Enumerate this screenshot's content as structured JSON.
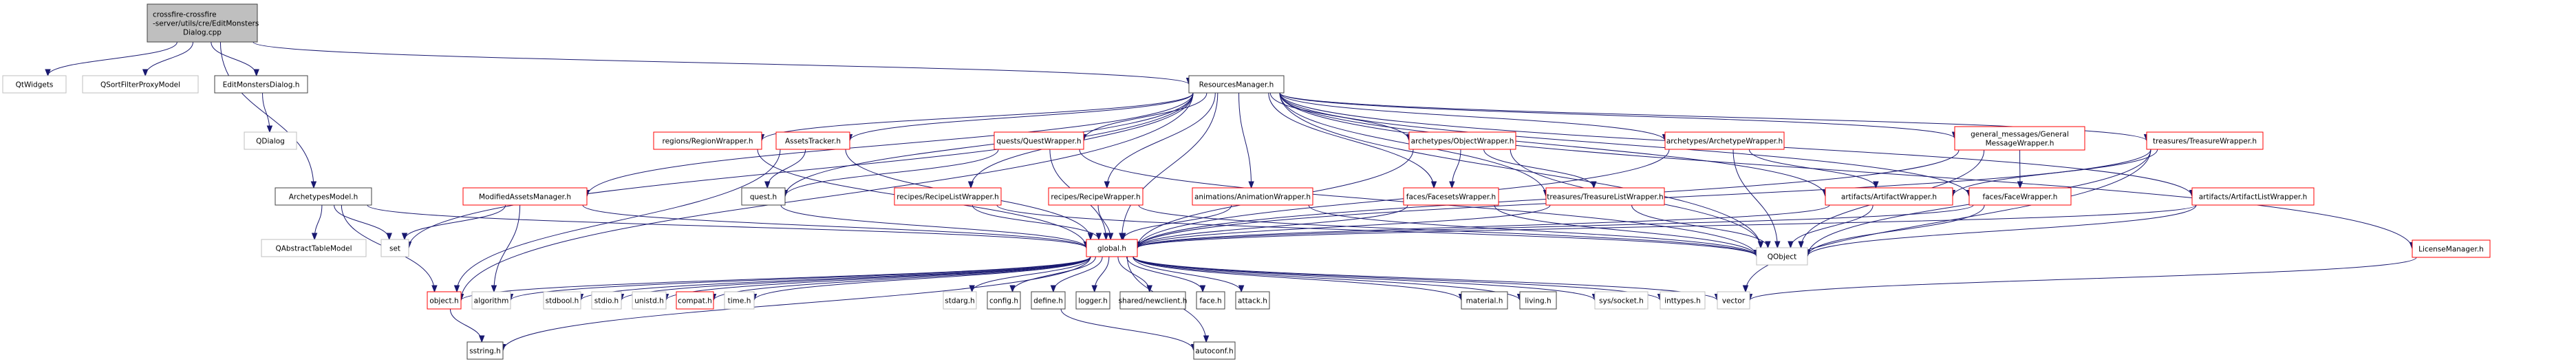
{
  "diagram": {
    "title": "Include dependency graph for EditMonstersDialog.cpp",
    "colors": {
      "edge": "#191970",
      "root_fill": "#bfbfbf",
      "internal_border": "#404040",
      "incomplete_border": "#ff0000",
      "external_border": "#bfbfbf"
    },
    "nodes": [
      {
        "id": "root",
        "label": [
          "crossfire-crossfire",
          "-server/utils/cre/EditMonsters",
          "Dialog.cpp"
        ],
        "kind": "root"
      },
      {
        "id": "QtWidgets",
        "label": [
          "QtWidgets"
        ],
        "kind": "external"
      },
      {
        "id": "QSortFilterProxyModel",
        "label": [
          "QSortFilterProxyModel"
        ],
        "kind": "external"
      },
      {
        "id": "EditMonstersDialog.h",
        "label": [
          "EditMonstersDialog.h"
        ],
        "kind": "internal"
      },
      {
        "id": "QDialog",
        "label": [
          "QDialog"
        ],
        "kind": "external"
      },
      {
        "id": "ResourcesManager.h",
        "label": [
          "ResourcesManager.h"
        ],
        "kind": "internal"
      },
      {
        "id": "ArchetypesModel.h",
        "label": [
          "ArchetypesModel.h"
        ],
        "kind": "internal"
      },
      {
        "id": "QAbstractTableModel",
        "label": [
          "QAbstractTableModel"
        ],
        "kind": "external"
      },
      {
        "id": "set",
        "label": [
          "set"
        ],
        "kind": "external"
      },
      {
        "id": "ModifiedAssetsManager.h",
        "label": [
          "ModifiedAssetsManager.h"
        ],
        "kind": "incomplete"
      },
      {
        "id": "regions/RegionWrapper.h",
        "label": [
          "regions/RegionWrapper.h"
        ],
        "kind": "incomplete"
      },
      {
        "id": "AssetsTracker.h",
        "label": [
          "AssetsTracker.h"
        ],
        "kind": "incomplete"
      },
      {
        "id": "quest.h",
        "label": [
          "quest.h"
        ],
        "kind": "internal"
      },
      {
        "id": "quests/QuestWrapper.h",
        "label": [
          "quests/QuestWrapper.h"
        ],
        "kind": "incomplete"
      },
      {
        "id": "recipes/RecipeListWrapper.h",
        "label": [
          "recipes/RecipeListWrapper.h"
        ],
        "kind": "incomplete"
      },
      {
        "id": "recipes/RecipeWrapper.h",
        "label": [
          "recipes/RecipeWrapper.h"
        ],
        "kind": "incomplete"
      },
      {
        "id": "animations/AnimationWrapper.h",
        "label": [
          "animations/AnimationWrapper.h"
        ],
        "kind": "incomplete"
      },
      {
        "id": "archetypes/ObjectWrapper.h",
        "label": [
          "archetypes/ObjectWrapper.h"
        ],
        "kind": "incomplete"
      },
      {
        "id": "faces/FacesetsWrapper.h",
        "label": [
          "faces/FacesetsWrapper.h"
        ],
        "kind": "incomplete"
      },
      {
        "id": "treasures/TreasureListWrapper.h",
        "label": [
          "treasures/TreasureListWrapper.h"
        ],
        "kind": "incomplete"
      },
      {
        "id": "archetypes/ArchetypeWrapper.h",
        "label": [
          "archetypes/ArchetypeWrapper.h"
        ],
        "kind": "incomplete"
      },
      {
        "id": "artifacts/ArtifactWrapper.h",
        "label": [
          "artifacts/ArtifactWrapper.h"
        ],
        "kind": "incomplete"
      },
      {
        "id": "general_messages/GeneralMessageWrapper.h",
        "label": [
          "general_messages/General",
          "MessageWrapper.h"
        ],
        "kind": "incomplete"
      },
      {
        "id": "faces/FaceWrapper.h",
        "label": [
          "faces/FaceWrapper.h"
        ],
        "kind": "incomplete"
      },
      {
        "id": "treasures/TreasureWrapper.h",
        "label": [
          "treasures/TreasureWrapper.h"
        ],
        "kind": "incomplete"
      },
      {
        "id": "artifacts/ArtifactListWrapper.h",
        "label": [
          "artifacts/ArtifactListWrapper.h"
        ],
        "kind": "incomplete"
      },
      {
        "id": "LicenseManager.h",
        "label": [
          "LicenseManager.h"
        ],
        "kind": "incomplete"
      },
      {
        "id": "global.h",
        "label": [
          "global.h"
        ],
        "kind": "incomplete"
      },
      {
        "id": "QObject",
        "label": [
          "QObject"
        ],
        "kind": "external"
      },
      {
        "id": "object.h",
        "label": [
          "object.h"
        ],
        "kind": "incomplete"
      },
      {
        "id": "algorithm",
        "label": [
          "algorithm"
        ],
        "kind": "external"
      },
      {
        "id": "stdbool.h",
        "label": [
          "stdbool.h"
        ],
        "kind": "external"
      },
      {
        "id": "stdio.h",
        "label": [
          "stdio.h"
        ],
        "kind": "external"
      },
      {
        "id": "unistd.h",
        "label": [
          "unistd.h"
        ],
        "kind": "external"
      },
      {
        "id": "compat.h",
        "label": [
          "compat.h"
        ],
        "kind": "incomplete"
      },
      {
        "id": "time.h",
        "label": [
          "time.h"
        ],
        "kind": "external"
      },
      {
        "id": "stdarg.h",
        "label": [
          "stdarg.h"
        ],
        "kind": "external"
      },
      {
        "id": "config.h",
        "label": [
          "config.h"
        ],
        "kind": "internal"
      },
      {
        "id": "define.h",
        "label": [
          "define.h"
        ],
        "kind": "internal"
      },
      {
        "id": "logger.h",
        "label": [
          "logger.h"
        ],
        "kind": "internal"
      },
      {
        "id": "shared/newclient.h",
        "label": [
          "shared/newclient.h"
        ],
        "kind": "internal"
      },
      {
        "id": "face.h",
        "label": [
          "face.h"
        ],
        "kind": "internal"
      },
      {
        "id": "attack.h",
        "label": [
          "attack.h"
        ],
        "kind": "internal"
      },
      {
        "id": "material.h",
        "label": [
          "material.h"
        ],
        "kind": "internal"
      },
      {
        "id": "living.h",
        "label": [
          "living.h"
        ],
        "kind": "internal"
      },
      {
        "id": "sys/socket.h",
        "label": [
          "sys/socket.h"
        ],
        "kind": "external"
      },
      {
        "id": "inttypes.h",
        "label": [
          "inttypes.h"
        ],
        "kind": "external"
      },
      {
        "id": "vector",
        "label": [
          "vector"
        ],
        "kind": "external"
      },
      {
        "id": "sstring.h",
        "label": [
          "sstring.h"
        ],
        "kind": "internal"
      },
      {
        "id": "autoconf.h",
        "label": [
          "autoconf.h"
        ],
        "kind": "internal"
      }
    ],
    "edges": [
      [
        "root",
        "QtWidgets"
      ],
      [
        "root",
        "QSortFilterProxyModel"
      ],
      [
        "root",
        "EditMonstersDialog.h"
      ],
      [
        "root",
        "ResourcesManager.h"
      ],
      [
        "root",
        "ArchetypesModel.h"
      ],
      [
        "EditMonstersDialog.h",
        "QDialog"
      ],
      [
        "ArchetypesModel.h",
        "QAbstractTableModel"
      ],
      [
        "ArchetypesModel.h",
        "set"
      ],
      [
        "ArchetypesModel.h",
        "object.h"
      ],
      [
        "ArchetypesModel.h",
        "global.h"
      ],
      [
        "ResourcesManager.h",
        "set"
      ],
      [
        "ResourcesManager.h",
        "object.h"
      ],
      [
        "ResourcesManager.h",
        "ModifiedAssetsManager.h"
      ],
      [
        "ResourcesManager.h",
        "regions/RegionWrapper.h"
      ],
      [
        "ResourcesManager.h",
        "AssetsTracker.h"
      ],
      [
        "ResourcesManager.h",
        "quest.h"
      ],
      [
        "ResourcesManager.h",
        "quests/QuestWrapper.h"
      ],
      [
        "ResourcesManager.h",
        "recipes/RecipeListWrapper.h"
      ],
      [
        "ResourcesManager.h",
        "recipes/RecipeWrapper.h"
      ],
      [
        "ResourcesManager.h",
        "animations/AnimationWrapper.h"
      ],
      [
        "ResourcesManager.h",
        "archetypes/ObjectWrapper.h"
      ],
      [
        "ResourcesManager.h",
        "faces/FacesetsWrapper.h"
      ],
      [
        "ResourcesManager.h",
        "treasures/TreasureListWrapper.h"
      ],
      [
        "ResourcesManager.h",
        "archetypes/ArchetypeWrapper.h"
      ],
      [
        "ResourcesManager.h",
        "artifacts/ArtifactWrapper.h"
      ],
      [
        "ResourcesManager.h",
        "general_messages/GeneralMessageWrapper.h"
      ],
      [
        "ResourcesManager.h",
        "faces/FaceWrapper.h"
      ],
      [
        "ResourcesManager.h",
        "treasures/TreasureWrapper.h"
      ],
      [
        "ResourcesManager.h",
        "artifacts/ArtifactListWrapper.h"
      ],
      [
        "ResourcesManager.h",
        "LicenseManager.h"
      ],
      [
        "ResourcesManager.h",
        "global.h"
      ],
      [
        "ResourcesManager.h",
        "QObject"
      ],
      [
        "ModifiedAssetsManager.h",
        "set"
      ],
      [
        "ModifiedAssetsManager.h",
        "algorithm"
      ],
      [
        "ModifiedAssetsManager.h",
        "global.h"
      ],
      [
        "regions/RegionWrapper.h",
        "global.h"
      ],
      [
        "AssetsTracker.h",
        "quest.h"
      ],
      [
        "AssetsTracker.h",
        "object.h"
      ],
      [
        "AssetsTracker.h",
        "global.h"
      ],
      [
        "quest.h",
        "global.h"
      ],
      [
        "quests/QuestWrapper.h",
        "quest.h"
      ],
      [
        "quests/QuestWrapper.h",
        "global.h"
      ],
      [
        "quests/QuestWrapper.h",
        "QObject"
      ],
      [
        "recipes/RecipeListWrapper.h",
        "global.h"
      ],
      [
        "recipes/RecipeListWrapper.h",
        "QObject"
      ],
      [
        "recipes/RecipeWrapper.h",
        "global.h"
      ],
      [
        "recipes/RecipeWrapper.h",
        "QObject"
      ],
      [
        "animations/AnimationWrapper.h",
        "global.h"
      ],
      [
        "animations/AnimationWrapper.h",
        "QObject"
      ],
      [
        "archetypes/ObjectWrapper.h",
        "faces/FacesetsWrapper.h"
      ],
      [
        "archetypes/ObjectWrapper.h",
        "treasures/TreasureListWrapper.h"
      ],
      [
        "archetypes/ObjectWrapper.h",
        "global.h"
      ],
      [
        "archetypes/ObjectWrapper.h",
        "QObject"
      ],
      [
        "faces/FacesetsWrapper.h",
        "global.h"
      ],
      [
        "faces/FacesetsWrapper.h",
        "QObject"
      ],
      [
        "treasures/TreasureListWrapper.h",
        "global.h"
      ],
      [
        "treasures/TreasureListWrapper.h",
        "QObject"
      ],
      [
        "archetypes/ArchetypeWrapper.h",
        "artifacts/ArtifactWrapper.h"
      ],
      [
        "archetypes/ArchetypeWrapper.h",
        "global.h"
      ],
      [
        "archetypes/ArchetypeWrapper.h",
        "QObject"
      ],
      [
        "artifacts/ArtifactWrapper.h",
        "global.h"
      ],
      [
        "artifacts/ArtifactWrapper.h",
        "QObject"
      ],
      [
        "general_messages/GeneralMessageWrapper.h",
        "faces/FaceWrapper.h"
      ],
      [
        "general_messages/GeneralMessageWrapper.h",
        "global.h"
      ],
      [
        "general_messages/GeneralMessageWrapper.h",
        "QObject"
      ],
      [
        "faces/FaceWrapper.h",
        "global.h"
      ],
      [
        "faces/FaceWrapper.h",
        "QObject"
      ],
      [
        "treasures/TreasureWrapper.h",
        "artifacts/ArtifactWrapper.h"
      ],
      [
        "treasures/TreasureWrapper.h",
        "global.h"
      ],
      [
        "treasures/TreasureWrapper.h",
        "QObject"
      ],
      [
        "treasures/TreasureWrapper.h",
        "vector"
      ],
      [
        "artifacts/ArtifactListWrapper.h",
        "global.h"
      ],
      [
        "artifacts/ArtifactListWrapper.h",
        "QObject"
      ],
      [
        "LicenseManager.h",
        "vector"
      ],
      [
        "global.h",
        "object.h"
      ],
      [
        "global.h",
        "algorithm"
      ],
      [
        "global.h",
        "sstring.h"
      ],
      [
        "global.h",
        "stdbool.h"
      ],
      [
        "global.h",
        "stdio.h"
      ],
      [
        "global.h",
        "unistd.h"
      ],
      [
        "global.h",
        "compat.h"
      ],
      [
        "global.h",
        "time.h"
      ],
      [
        "global.h",
        "stdarg.h"
      ],
      [
        "global.h",
        "config.h"
      ],
      [
        "global.h",
        "define.h"
      ],
      [
        "global.h",
        "logger.h"
      ],
      [
        "global.h",
        "shared/newclient.h"
      ],
      [
        "global.h",
        "face.h"
      ],
      [
        "global.h",
        "attack.h"
      ],
      [
        "global.h",
        "material.h"
      ],
      [
        "global.h",
        "living.h"
      ],
      [
        "global.h",
        "sys/socket.h"
      ],
      [
        "global.h",
        "inttypes.h"
      ],
      [
        "global.h",
        "vector"
      ],
      [
        "global.h",
        "autoconf.h"
      ],
      [
        "object.h",
        "sstring.h"
      ],
      [
        "define.h",
        "autoconf.h"
      ]
    ]
  }
}
